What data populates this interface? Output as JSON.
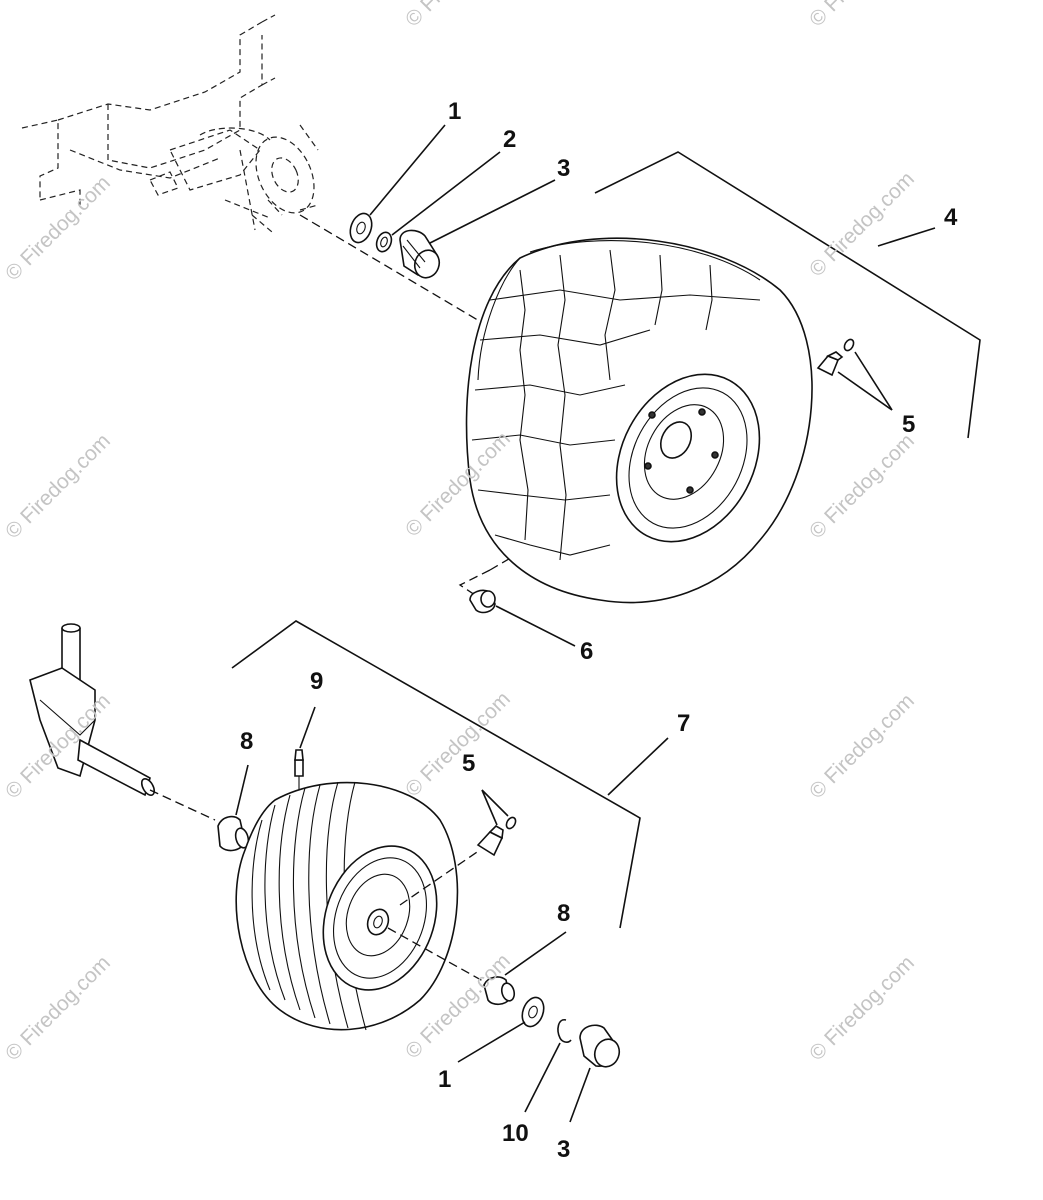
{
  "watermark": {
    "text": "© Firedog.com",
    "color": "#c4c4c4"
  },
  "callouts": {
    "c1_top": "1",
    "c2_top": "2",
    "c3_top": "3",
    "c4": "4",
    "c5_top": "5",
    "c6": "6",
    "c7": "7",
    "c9": "9",
    "c8_left": "8",
    "c5_bottom": "5",
    "c8_bottom": "8",
    "c1_bottom": "1",
    "c10": "10",
    "c3_bottom": "3"
  }
}
